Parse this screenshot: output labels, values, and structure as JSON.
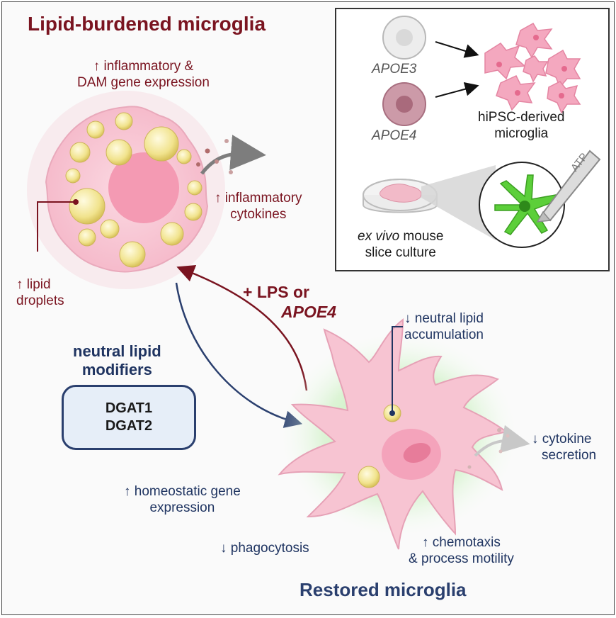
{
  "top_title": "Lipid-burdened microglia",
  "bottom_title": "Restored microglia",
  "top_labels": {
    "inflammatory_line1": "inflammatory &",
    "inflammatory_line2": "DAM gene expression",
    "cytokines_line1": "inflammatory",
    "cytokines_line2": "cytokines",
    "droplets_line1": "lipid",
    "droplets_line2": "droplets"
  },
  "treatment": {
    "line1": "+ LPS or",
    "line2": "APOE4"
  },
  "modifiers": {
    "title_line1": "neutral lipid",
    "title_line2": "modifiers",
    "items": [
      "DGAT1",
      "DGAT2"
    ]
  },
  "bottom_labels": {
    "neutral_lipid_line1": "neutral lipid",
    "neutral_lipid_line2": "accumulation",
    "cytokine_line1": "cytokine",
    "cytokine_line2": "secretion",
    "homeostatic_line1": "homeostatic gene",
    "homeostatic_line2": "expression",
    "phagocytosis": "phagocytosis",
    "chemotaxis_line1": "chemotaxis",
    "chemotaxis_line2": "& process motility"
  },
  "inset": {
    "apoe3": "APOE3",
    "apoe4": "APOE4",
    "hipsc_line1": "hiPSC-derived",
    "hipsc_line2": "microglia",
    "atp": "ATP",
    "exvivo_italic": "ex vivo",
    "exvivo_rest": " mouse",
    "exvivo_line2": "slice culture"
  },
  "colors": {
    "dark_red": "#7a1420",
    "navy": "#1f3461",
    "cell_pink": "#f7c4d2",
    "droplet_yellow": "#f3e7a0",
    "neuron_green": "#5ccf3a"
  },
  "arrows": {
    "up": "↑",
    "down": "↓"
  }
}
